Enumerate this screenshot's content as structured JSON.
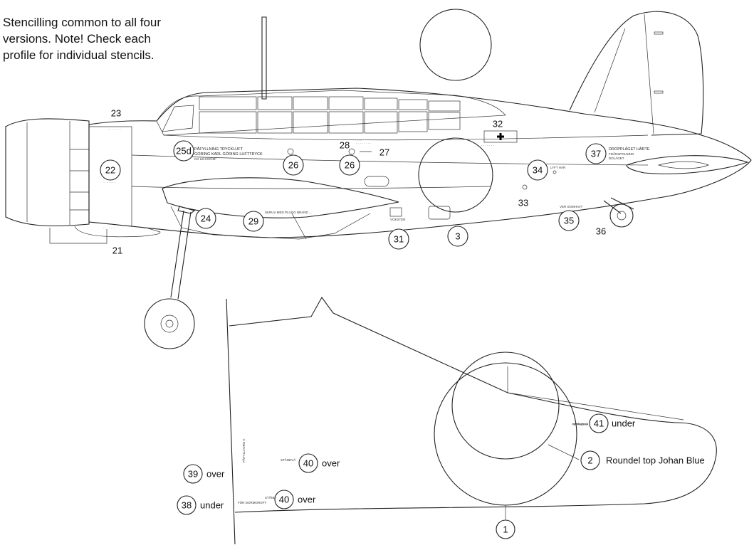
{
  "note": {
    "line1": "Stencilling common to all four",
    "line2": "versions. Note! Check each",
    "line3": "profile for individual stencils."
  },
  "fuselage_callouts": {
    "c21": "21",
    "c22": "22",
    "c23": "23",
    "c24": "24",
    "c25d": "25d",
    "c26a": "26",
    "c26b": "26",
    "c27": "27",
    "c28": "28",
    "c29": "29",
    "c3": "3",
    "c31": "31",
    "c32": "32",
    "c33": "33",
    "c34": "34",
    "c35": "35",
    "c36": "36",
    "c37": "37"
  },
  "fuselage_stencils": {
    "s25_l1": "PÅFYLLNING TRYCKLUFT",
    "s25_l2": "GÖRING KARL GÖRING LUFTTRYCK",
    "s25_l3": "KG  LB  KG/CM²",
    "s29": "SKRUV MED PLUGG BRAND ...",
    "s31": "VOKSTER",
    "s34": "LYFT HÄR",
    "s35": "VER SOMHAVT",
    "s37_l1": "DROPPLÄGET HÄRTE",
    "s37_l2": "FRÅNSPOLNING",
    "s37_l3": "DOLÄGET"
  },
  "wing_callouts": {
    "c1": "1",
    "c2": "2",
    "c38": "38",
    "c39": "39",
    "c40a": "40",
    "c40b": "40",
    "c41": "41"
  },
  "wing_labels": {
    "l2": "Roundel top Johan Blue",
    "l38": "under",
    "l39": "over",
    "l40a": "over",
    "l40b": "over",
    "l41": "under"
  },
  "wing_stencils": {
    "s40a": "STÅNDVÄ",
    "s40b": "STÅNDVÄ",
    "s38": "FÖR DORMOROFT",
    "s41": "STÅNDVÄ",
    "vertical": "PÅFYLLTORG A"
  }
}
